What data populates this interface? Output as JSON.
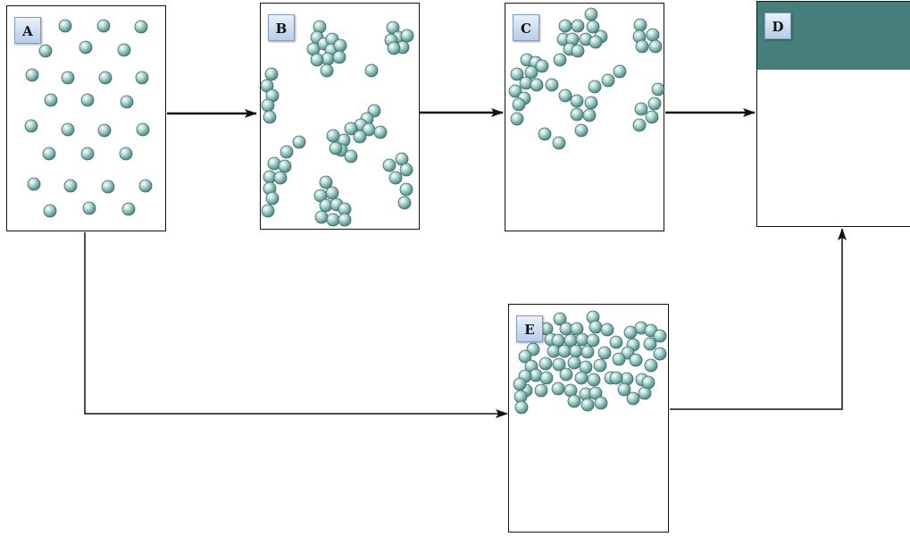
{
  "panels": [
    {
      "id": "A",
      "label": "A"
    },
    {
      "id": "B",
      "label": "B"
    },
    {
      "id": "C",
      "label": "C"
    },
    {
      "id": "D",
      "label": "D"
    },
    {
      "id": "E",
      "label": "E"
    }
  ],
  "colors": {
    "particle_fill": "#8fc3bf",
    "particle_stroke": "#3f6f6b",
    "sediment": "#457e7a",
    "label_bg": "#c9dbf0"
  }
}
